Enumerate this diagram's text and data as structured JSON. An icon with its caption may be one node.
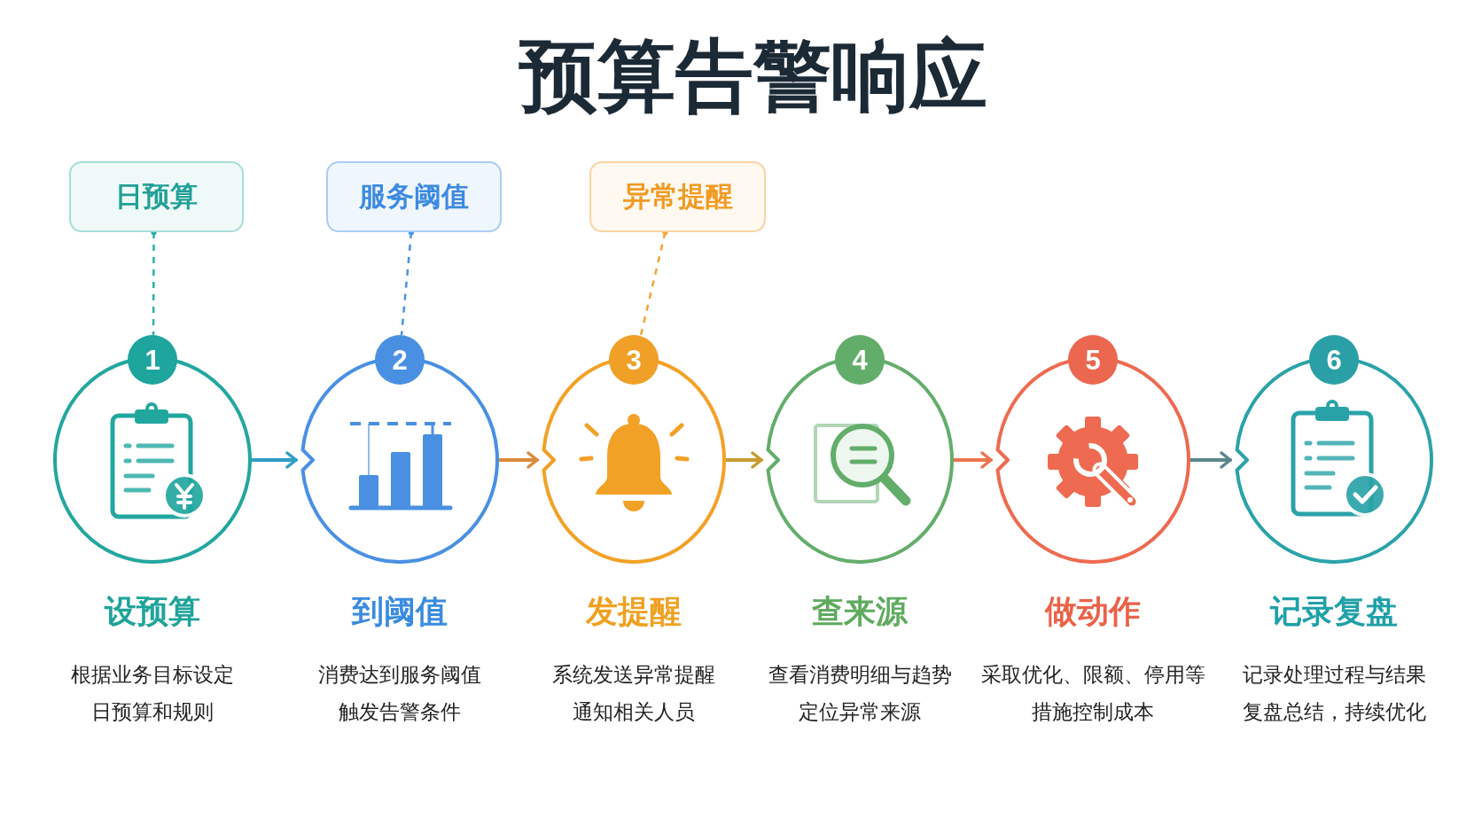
{
  "diagram": {
    "title": "预算告警响应",
    "nodes": [
      {
        "text": [
          "日预算"
        ]
      },
      {
        "text": [
          "服务阈值"
        ]
      },
      {
        "text": [
          "异常提醒"
        ]
      },
      {
        "text": [
          "1"
        ],
        "beside": [
          "设预算",
          "根据业务目标设定日预算和规则"
        ]
      },
      {
        "text": [
          "2"
        ],
        "beside": [
          "到阈值",
          "消费达到服务阈值触发告警条件"
        ]
      },
      {
        "text": [
          "3"
        ],
        "beside": [
          "发提醒",
          "系统发送异常提醒通知相关人员"
        ]
      },
      {
        "text": [
          "4"
        ],
        "beside": [
          "查来源",
          "查看消费明细与趋势定位异常来源"
        ]
      },
      {
        "text": [
          "5"
        ],
        "beside": [
          "做动作",
          "采取优化、限额、停用等措施控制成本"
        ]
      },
      {
        "text": [
          "6"
        ],
        "beside": [
          "记录复盘",
          "记录处理过程与结果复盘总结，持续优化"
        ]
      }
    ],
    "edges": [
      {
        "from": 0,
        "to": 3,
        "arrow": "other",
        "style": "dashed",
        "color": "#2bb0a6"
      },
      {
        "from": 1,
        "to": 4,
        "arrow": "other",
        "style": "dashed",
        "color": "#4a93e0"
      },
      {
        "from": 2,
        "to": 5,
        "arrow": "other",
        "style": "dashed",
        "color": "#f2a33a"
      },
      {
        "from": 3,
        "to": 4,
        "arrow": "to",
        "color": "#2e9fc4"
      },
      {
        "from": 4,
        "to": 5,
        "arrow": "to",
        "color": "#d98a3a"
      },
      {
        "from": 5,
        "to": 6,
        "arrow": "to",
        "color": "#c99a30"
      },
      {
        "from": 6,
        "to": 7,
        "arrow": "to",
        "color": "#ee7452"
      },
      {
        "from": 7,
        "to": 8,
        "arrow": "to",
        "color": "#5a868c"
      }
    ]
  }
}
